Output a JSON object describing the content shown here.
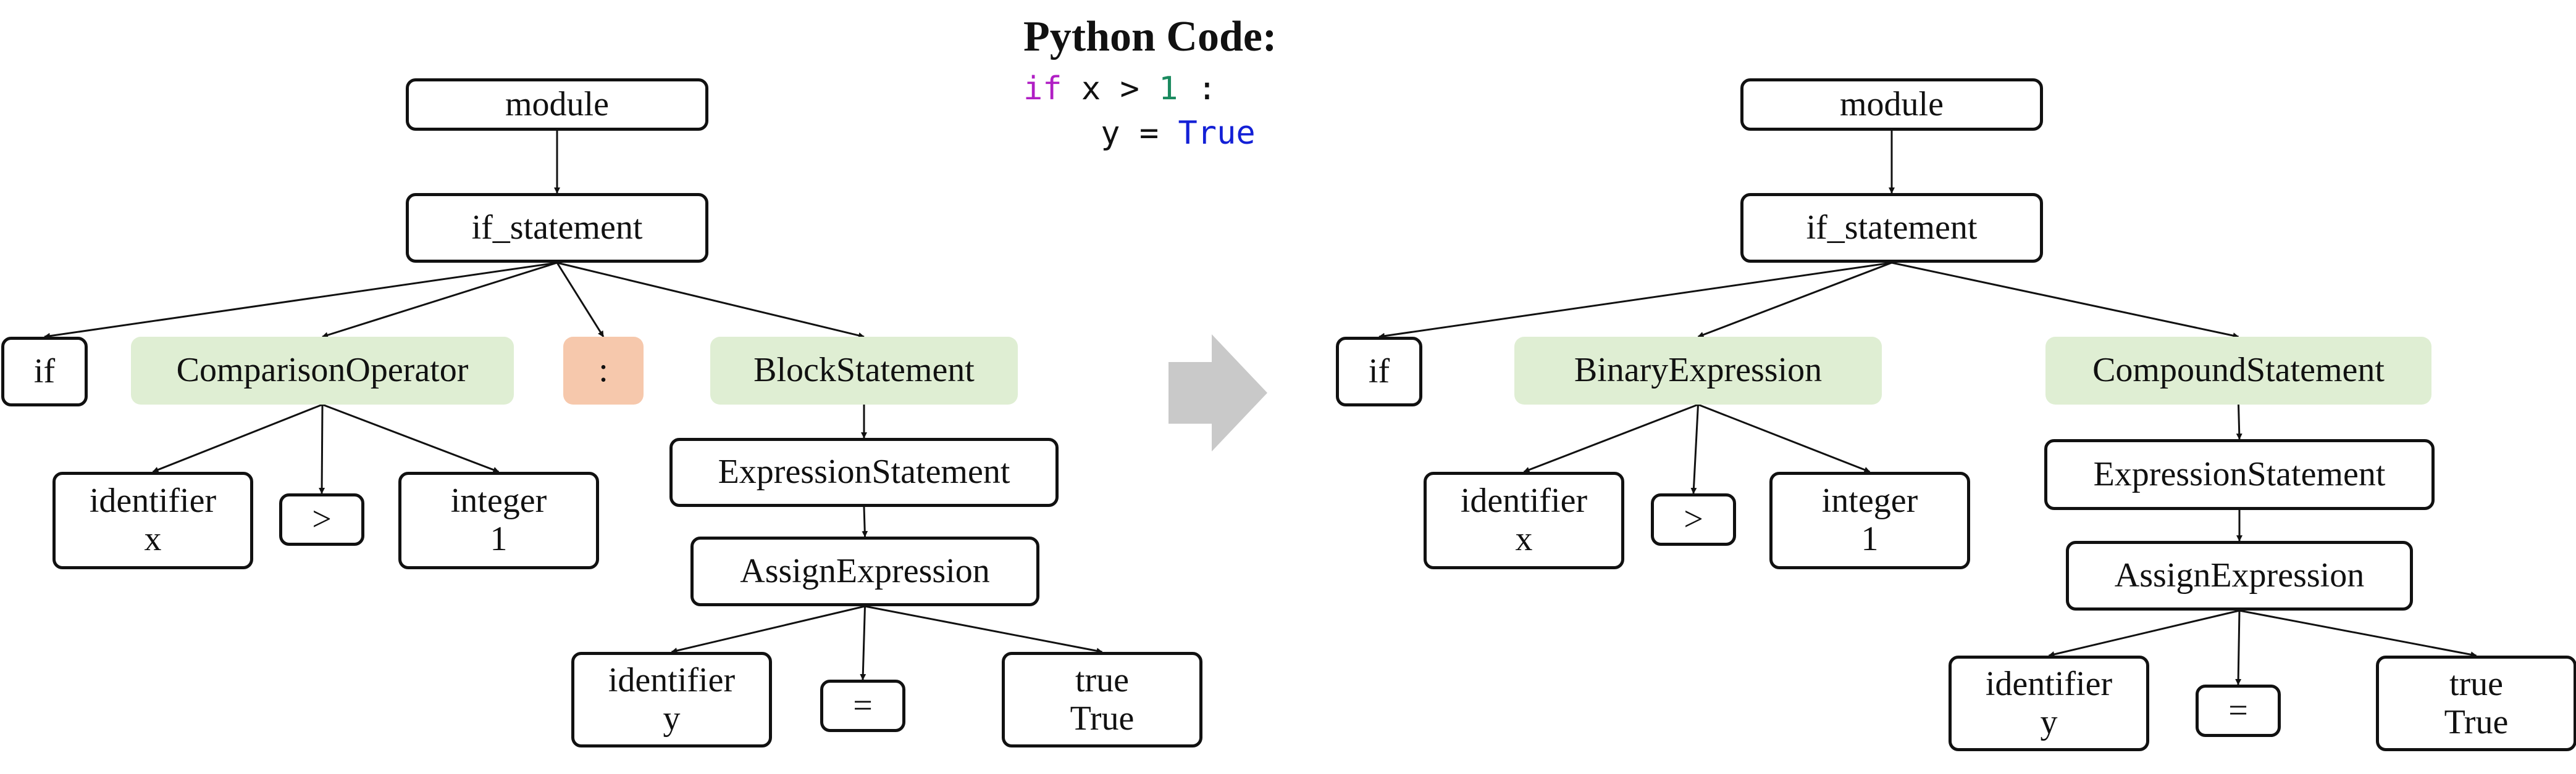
{
  "code_panel": {
    "title": "Python Code:",
    "line1": {
      "keyword": "if",
      "mid": " x > ",
      "number": "1",
      "end": " :"
    },
    "line2": {
      "indent": "    y = ",
      "value": "True"
    }
  },
  "colors": {
    "highlight_green": "#dfeed3",
    "highlight_orange": "#f6c8ac",
    "keyword": "#b01ec4",
    "number": "#1b8a5f",
    "boolean": "#1320d6",
    "transform_arrow": "#c9c9c9"
  },
  "transform_arrow_icon": "right-arrow-icon",
  "left_tree": {
    "module": "module",
    "if_statement": "if_statement",
    "if": "if",
    "comparison": "ComparisonOperator",
    "colon": ":",
    "block": "BlockStatement",
    "ident_x": {
      "type": "identifier",
      "value": "x"
    },
    "gt": ">",
    "integer": {
      "type": "integer",
      "value": "1"
    },
    "expr_stmt": "ExpressionStatement",
    "assign": "AssignExpression",
    "ident_y": {
      "type": "identifier",
      "value": "y"
    },
    "eq": "=",
    "true_node": {
      "type": "true",
      "value": "True"
    }
  },
  "right_tree": {
    "module": "module",
    "if_statement": "if_statement",
    "if": "if",
    "binary": "BinaryExpression",
    "compound": "CompoundStatement",
    "ident_x": {
      "type": "identifier",
      "value": "x"
    },
    "gt": ">",
    "integer": {
      "type": "integer",
      "value": "1"
    },
    "expr_stmt": "ExpressionStatement",
    "assign": "AssignExpression",
    "ident_y": {
      "type": "identifier",
      "value": "y"
    },
    "eq": "=",
    "true_node": {
      "type": "true",
      "value": "True"
    }
  }
}
